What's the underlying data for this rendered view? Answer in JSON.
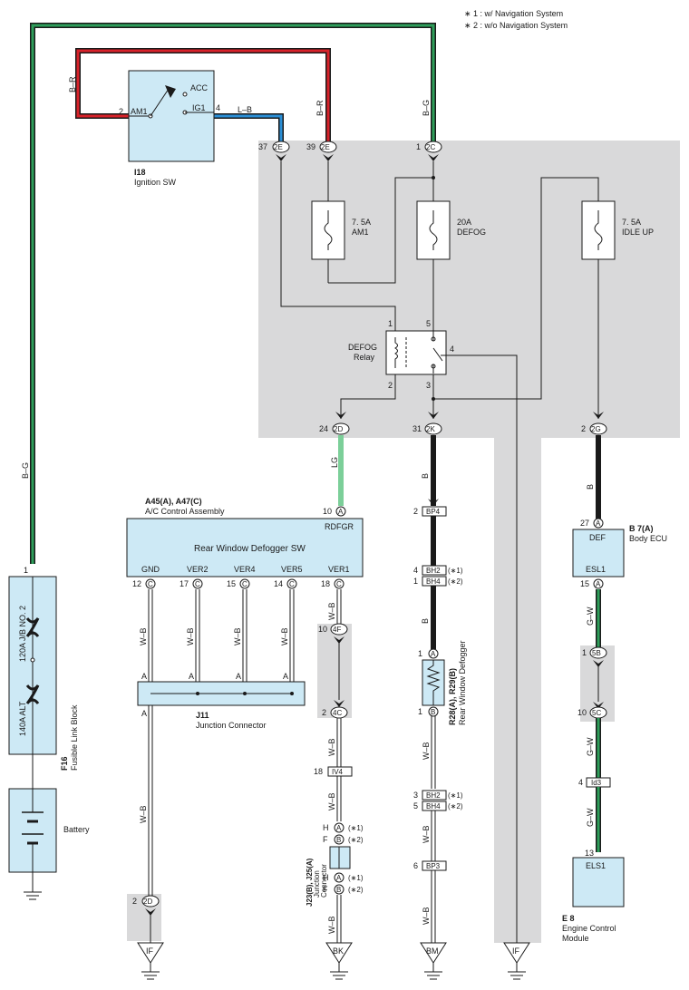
{
  "notes": [
    "∗ 1 : w/ Navigation System",
    "∗ 2 : w/o Navigation System"
  ],
  "colors": {
    "bg_gray": "#d9d9da",
    "comp_blue": "#cde9f5",
    "wire_green": "#2e9e5a",
    "wire_red": "#d8222a",
    "wire_blue": "#2b8fd6",
    "wire_lg": "#7ccf99"
  },
  "wires": {
    "bg": "B–G",
    "br": "B–R",
    "lb": "L–B",
    "lg": "LG",
    "b": "B",
    "wb": "W–B",
    "gw": "G–W"
  },
  "components": {
    "ignition_sw": {
      "code": "I18",
      "name": "Ignition SW",
      "pins": {
        "am1": "AM1",
        "acc": "ACC",
        "ig1": "IG1",
        "n2": "2",
        "n4": "4"
      }
    },
    "fuses": [
      {
        "amp": "7. 5A",
        "name": "AM1"
      },
      {
        "amp": "20A",
        "name": "DEFOG"
      },
      {
        "amp": "7. 5A",
        "name": "IDLE UP"
      }
    ],
    "relay": {
      "name1": "DEFOG",
      "name2": "Relay",
      "pins": [
        "1",
        "2",
        "3",
        "4",
        "5"
      ]
    },
    "ac_control": {
      "code": "A45(A), A47(C)",
      "name": "A/C Control Assembly",
      "title": "Rear Window Defogger SW",
      "rdfgr": "RDFGR",
      "rdfgr_num": "10",
      "rdfgr_letter": "A",
      "pins": [
        {
          "name": "GND",
          "num": "12",
          "letter": "C"
        },
        {
          "name": "VER2",
          "num": "17",
          "letter": "C"
        },
        {
          "name": "VER4",
          "num": "15",
          "letter": "C"
        },
        {
          "name": "VER5",
          "num": "14",
          "letter": "C"
        },
        {
          "name": "VER1",
          "num": "18",
          "letter": "C"
        }
      ]
    },
    "j11": {
      "code": "J11",
      "name": "Junction Connector",
      "a": "A"
    },
    "fusible_link": {
      "code": "F16",
      "name": "Fusible Link Block",
      "f1": "120A J/B NO. 2",
      "f2": "140A ALT",
      "pin": "1"
    },
    "battery": {
      "name": "Battery"
    },
    "defogger": {
      "code": "R28(A), R29(B)",
      "name": "Rear Window Defogger",
      "p1": "1",
      "p1l": "A",
      "p2": "1",
      "p2l": "B"
    },
    "body_ecu": {
      "code": "B 7(A)",
      "name": "Body ECU",
      "def": "DEF",
      "esl1": "ESL1",
      "n27": "27",
      "n15": "15",
      "l": "A"
    },
    "ecm": {
      "code": "E 8",
      "name1": "Engine Control",
      "name2": "Module",
      "pin": "ELS1",
      "num": "13"
    },
    "j23": {
      "code": "J23(B), J25(A)",
      "name1": "Junction",
      "name2": "Connector",
      "h": "H",
      "f": "F",
      "a": "A",
      "b": "B",
      "s1": "(∗1)",
      "s2": "(∗2)"
    }
  },
  "connectors": {
    "jb": [
      {
        "num": "37",
        "label": "2E"
      },
      {
        "num": "39",
        "label": "2E"
      },
      {
        "num": "1",
        "label": "2C"
      },
      {
        "num": "24",
        "label": "2D"
      },
      {
        "num": "31",
        "label": "2K"
      },
      {
        "num": "2",
        "label": "2G"
      }
    ],
    "c4f": {
      "num": "10",
      "label": "4F"
    },
    "c4c": {
      "num": "2",
      "label": "4C"
    },
    "c5b": {
      "num": "1",
      "label": "5B"
    },
    "c5c": {
      "num": "10",
      "label": "5C"
    },
    "c2d_bottom": {
      "num": "2",
      "label": "2D"
    },
    "bp4": {
      "num": "2",
      "label": "BP4"
    },
    "bh2a": {
      "num": "4",
      "label": "BH2",
      "star": "(∗1)"
    },
    "bh4a": {
      "num": "1",
      "label": "BH4",
      "star": "(∗2)"
    },
    "iv4": {
      "num": "18",
      "label": "IV4"
    },
    "bh2b": {
      "num": "3",
      "label": "BH2",
      "star": "(∗1)"
    },
    "bh4b": {
      "num": "5",
      "label": "BH4",
      "star": "(∗2)"
    },
    "bp3": {
      "num": "6",
      "label": "BP3"
    },
    "id3": {
      "num": "4",
      "label": "Id3"
    }
  },
  "grounds": [
    "IF",
    "BK",
    "BM",
    "IF"
  ]
}
